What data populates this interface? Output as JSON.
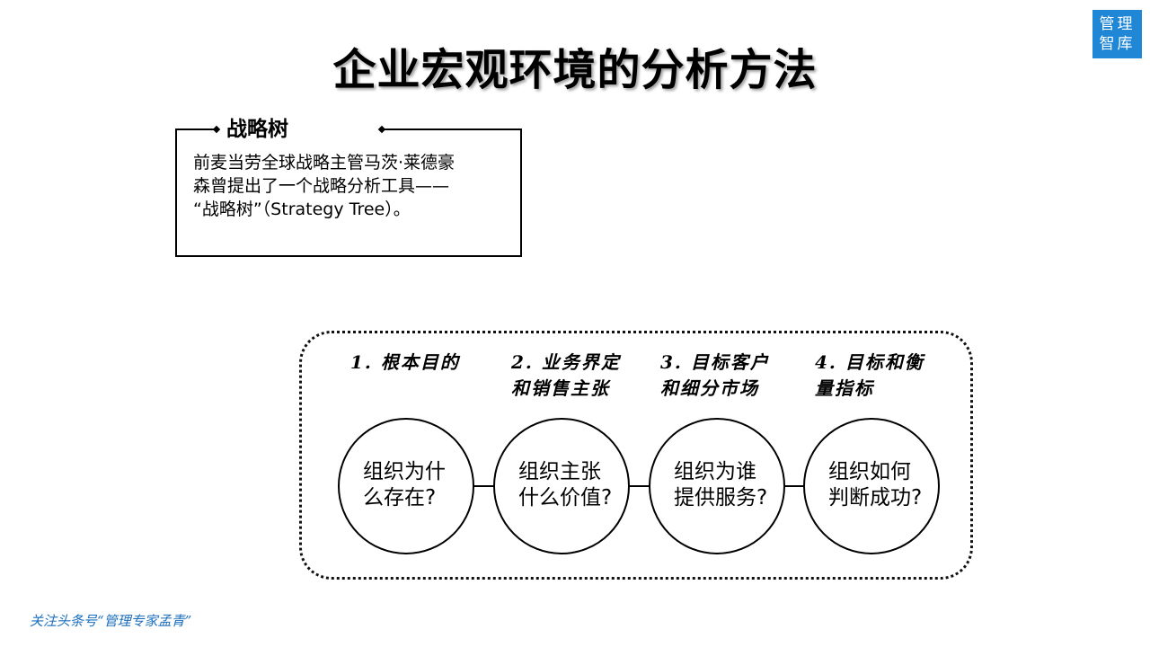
{
  "title": "企业宏观环境的分析方法",
  "logo": {
    "line1": "管理",
    "line2": "智库"
  },
  "strategy_box": {
    "heading": "战略树",
    "lines": [
      "前麦当劳全球战略主管马茨·莱德豪",
      "森曾提出了一个战略分析工具——",
      "“战略树”（Strategy  Tree）。"
    ]
  },
  "steps": [
    {
      "label_lines": [
        "1. 根本目的"
      ],
      "circle_lines": [
        "组织为什",
        "么存在?"
      ]
    },
    {
      "label_lines": [
        "2. 业务界定",
        "和销售主张"
      ],
      "circle_lines": [
        "组织主张",
        "什么价值?"
      ]
    },
    {
      "label_lines": [
        "3. 目标客户",
        "和细分市场"
      ],
      "circle_lines": [
        "组织为谁",
        "提供服务?"
      ]
    },
    {
      "label_lines": [
        "4. 目标和衡",
        "量指标"
      ],
      "circle_lines": [
        "组织如何",
        "判断成功?"
      ]
    }
  ],
  "footer": "关注头条号“管理专家孟青”"
}
